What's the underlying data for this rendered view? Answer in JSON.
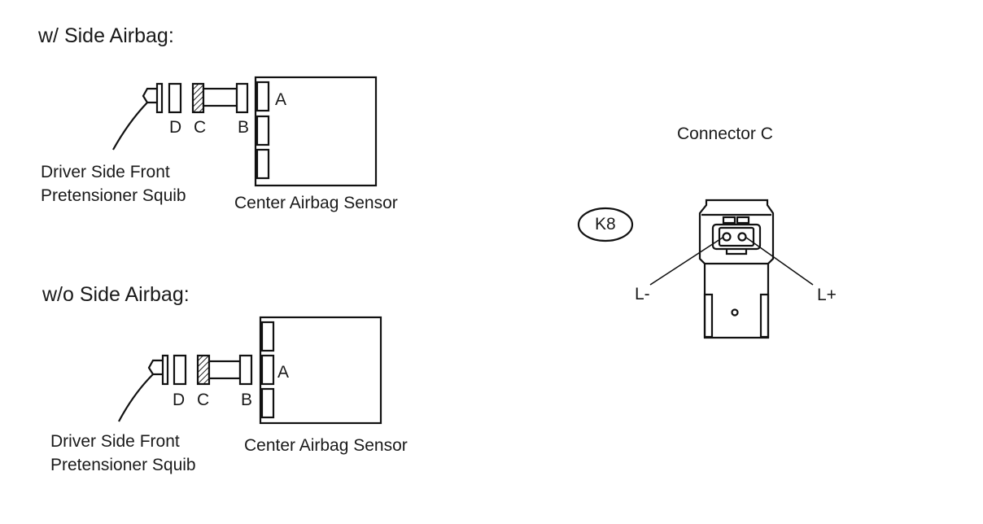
{
  "top_section": {
    "title": "w/ Side Airbag:",
    "pins": {
      "a": "A",
      "b": "B",
      "c": "C",
      "d": "D"
    },
    "squib_label_line1": "Driver Side Front",
    "squib_label_line2": "Pretensioner Squib",
    "sensor_label": "Center Airbag Sensor"
  },
  "bottom_section": {
    "title": "w/o Side Airbag:",
    "pins": {
      "a": "A",
      "b": "B",
      "c": "C",
      "d": "D"
    },
    "squib_label_line1": "Driver Side Front",
    "squib_label_line2": "Pretensioner Squib",
    "sensor_label": "Center Airbag Sensor"
  },
  "connector": {
    "title": "Connector C",
    "code": "K8",
    "terminal_left": "L-",
    "terminal_right": "L+"
  }
}
